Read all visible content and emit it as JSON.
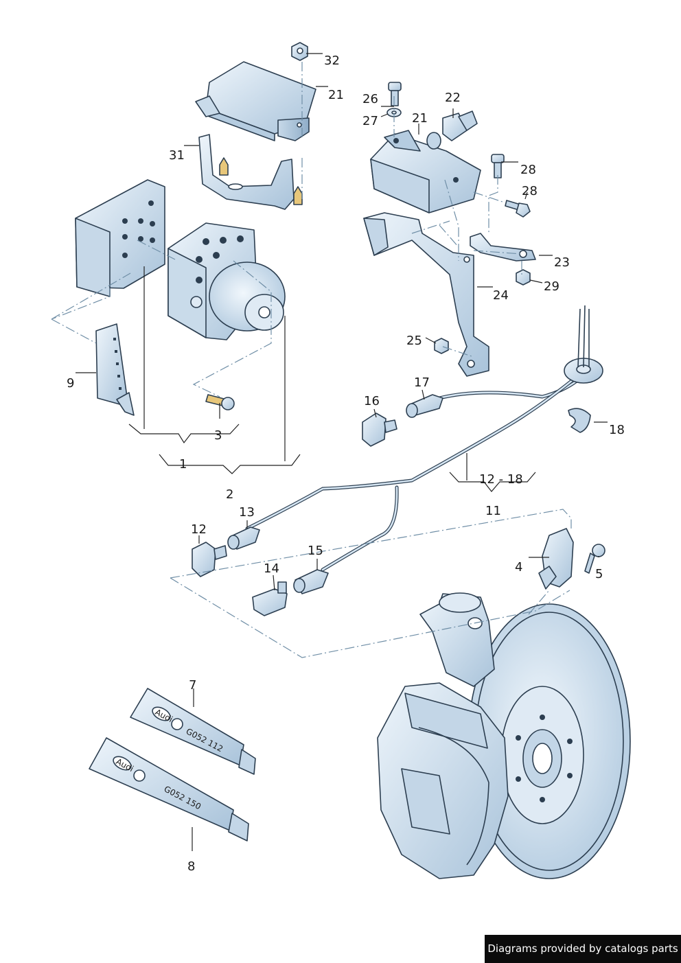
{
  "callouts": {
    "c1": "1",
    "c2": "2",
    "c3": "3",
    "c4": "4",
    "c5": "5",
    "c7": "7",
    "c8": "8",
    "c9": "9",
    "c11": "11",
    "c12": "12",
    "c12_18": "12 - 18",
    "c13": "13",
    "c14": "14",
    "c15": "15",
    "c16": "16",
    "c17": "17",
    "c18": "18",
    "c21a": "21",
    "c21b": "21",
    "c22": "22",
    "c23": "23",
    "c24": "24",
    "c25": "25",
    "c26": "26",
    "c27": "27",
    "c28a": "28",
    "c28b": "28",
    "c29": "29",
    "c31": "31",
    "c32": "32"
  },
  "tubes": {
    "tube7_code": "G052 112",
    "tube8_code": "G052 150",
    "brand_logo": "Audi"
  },
  "footer": {
    "text": "Diagrams provided by catalogs parts"
  },
  "colors": {
    "part_fill": "#d6e6f3",
    "part_shade": "#a9c3da",
    "outline": "#2c3e50",
    "footer_bg": "#0b0b0b"
  }
}
